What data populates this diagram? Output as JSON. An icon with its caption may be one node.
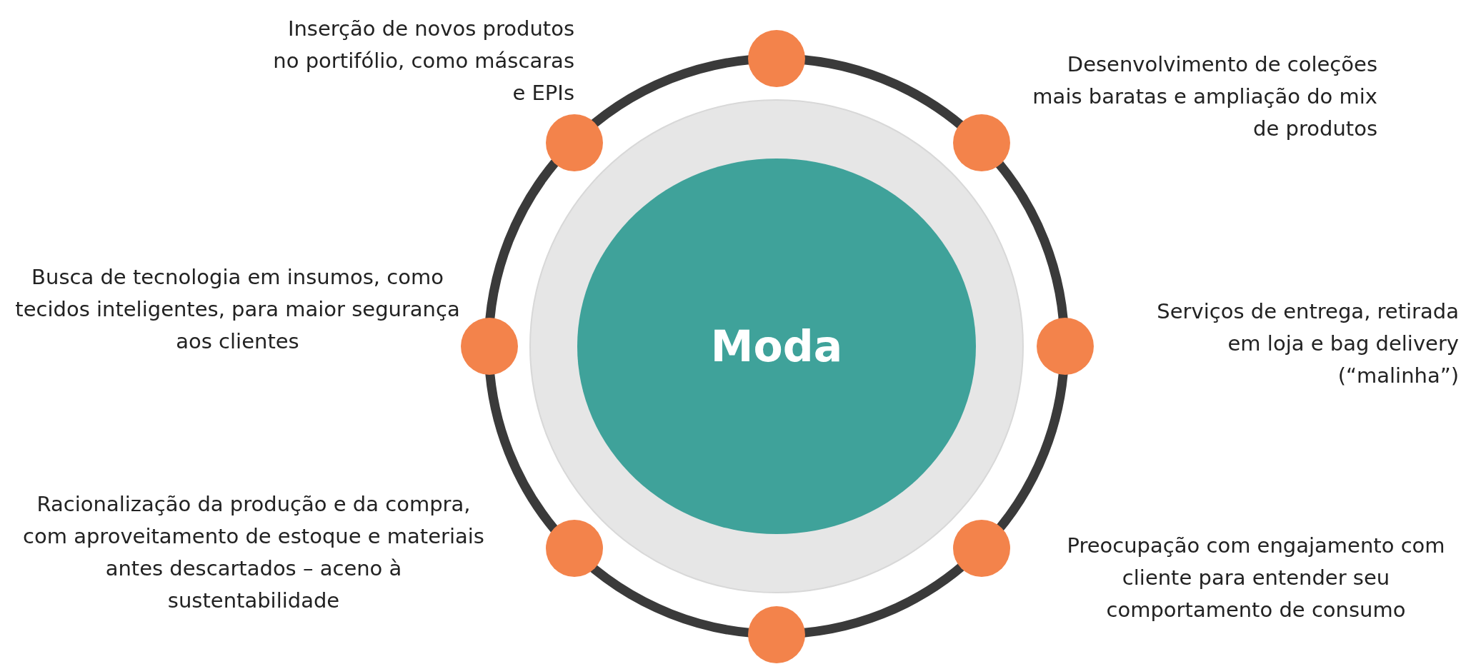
{
  "diagram": {
    "nodes": [
      {
        "text": [],
        "shape": "circle"
      },
      {
        "text": [],
        "shape": "circle",
        "beside": [
          "Inserção de novos produtos no portifólio, como máscaras e EPIs"
        ]
      },
      {
        "text": [],
        "shape": "circle",
        "beside": [
          "Desenvolvimento de coleções mais baratas e ampliação do mix de produtos"
        ]
      },
      {
        "text": [],
        "shape": "circle",
        "beside": [
          "Busca de tecnologia em insumos, como tecidos inteligentes, para maior segurança aos clientes"
        ]
      },
      {
        "text": [
          "Moda"
        ]
      },
      {
        "text": [],
        "shape": "circle",
        "beside": [
          "Serviços de entrega, retirada em loja e bag delivery (“malinha”)"
        ]
      },
      {
        "text": [],
        "shape": "circle",
        "beside": [
          "Racionalização da produção e da compra, com aproveitamento de estoque e materiais antes descartados – aceno à sustentabilidade"
        ]
      },
      {
        "text": [],
        "shape": "circle",
        "beside": [
          "Preocupação com engajamento com cliente para entender seu comportamento de consumo"
        ]
      },
      {
        "text": [],
        "shape": "circle"
      }
    ],
    "edges": []
  }
}
